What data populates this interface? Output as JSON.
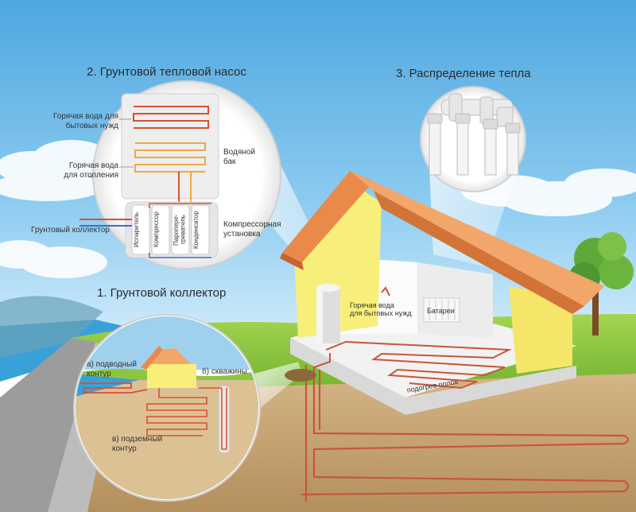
{
  "titles": {
    "heat_pump": "2. Грунтовой тепловой насос",
    "distribution": "3. Распределение тепла",
    "collector": "1. Грунтовой коллектор"
  },
  "heat_pump_labels": {
    "hot_water_domestic": "Горячая вода для\nбытовых нужд",
    "hot_water_heating": "Горячая вода\nдля отопления",
    "water_tank": "Водяной\nбак",
    "ground_collector": "Грунтовый коллектор",
    "compressor_unit": "Компрессорная\nустановка"
  },
  "compressor_components": [
    "Испаритель",
    "Компрессор",
    "Паропере-\nгреватель",
    "Конденсатор"
  ],
  "house_labels": {
    "hot_water": "Горячая вода\nдля бытовых нужд",
    "radiators": "Батареи",
    "floor_heating": "подогрев полов"
  },
  "collector_labels": {
    "a": "а) подводный\nконтур",
    "b": "б) скважины",
    "c": "в) подземный\nконтур"
  },
  "colors": {
    "pipe": "#d8502f",
    "roof": "#e98a4a",
    "wall": "#f8ef7a",
    "sky": "#6ab7e6",
    "grass": "#8cc63f",
    "soil": "#c9a877"
  }
}
